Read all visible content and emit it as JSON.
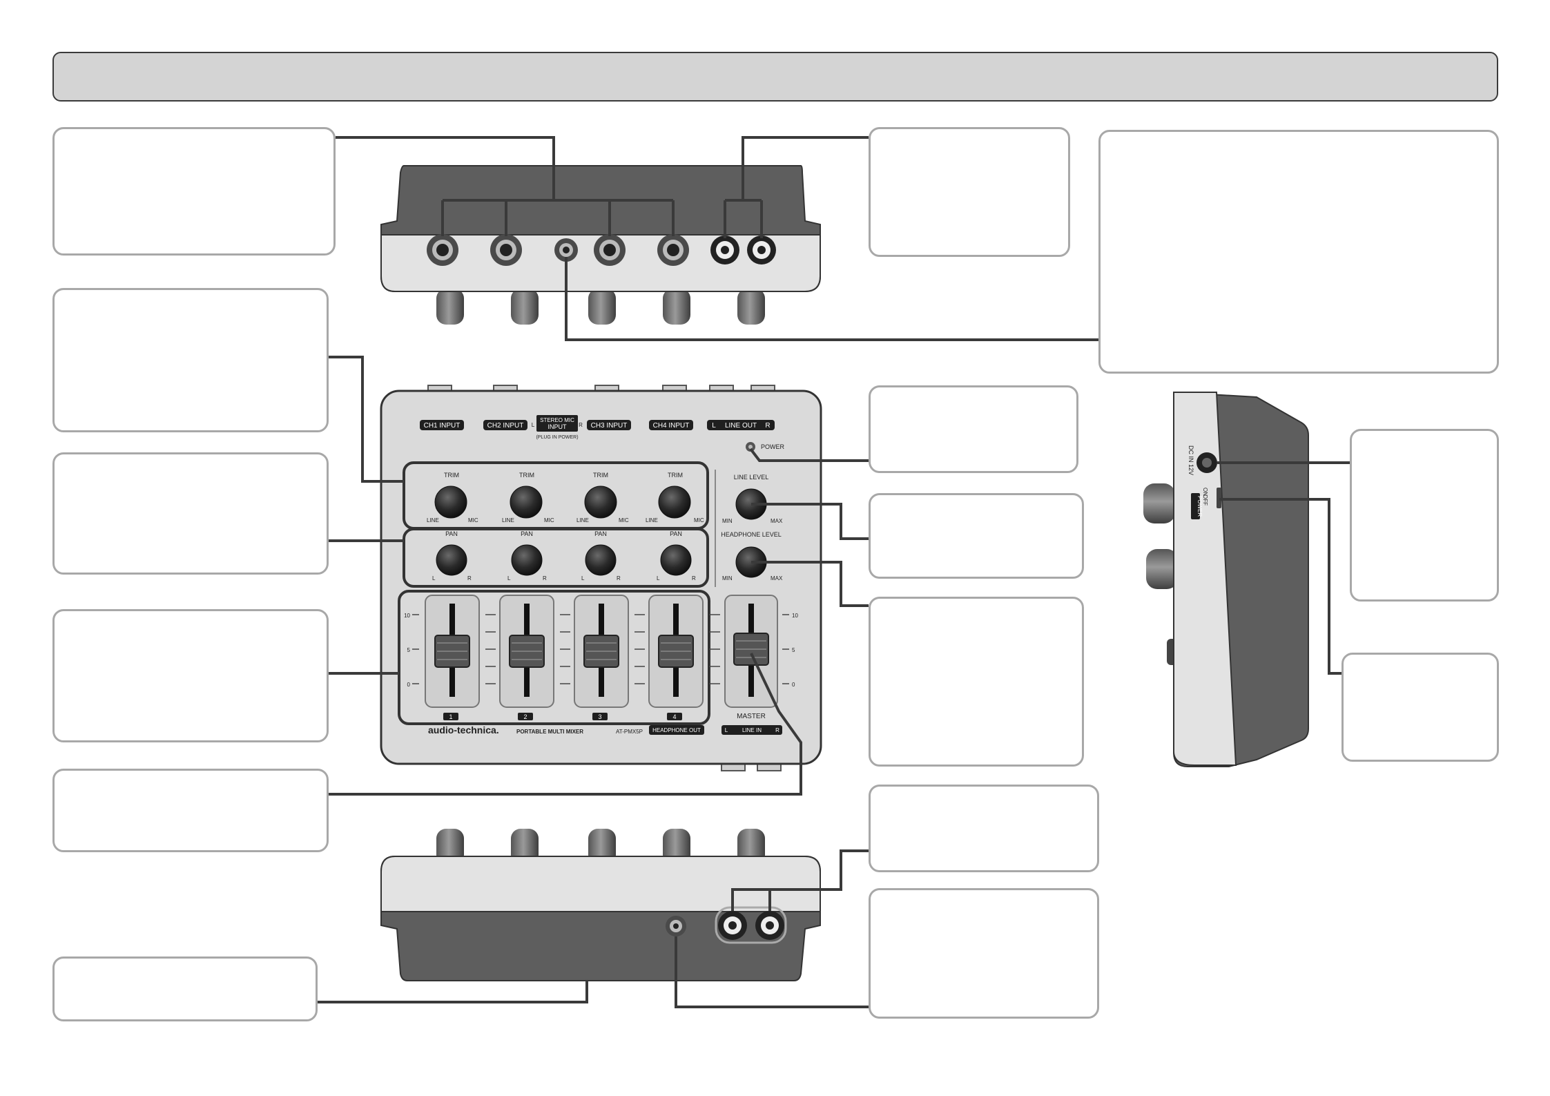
{
  "header": {
    "title": ""
  },
  "top_panel": {
    "ch_inputs": [
      "CH1 INPUT",
      "CH2 INPUT",
      "CH3 INPUT",
      "CH4 INPUT"
    ],
    "stereo_mic": [
      "STEREO MIC",
      "INPUT"
    ],
    "plug_in_power": "(PLUG IN POWER)",
    "stereo_lr": [
      "L",
      "R"
    ],
    "line_out": "LINE OUT",
    "line_out_lr": [
      "L",
      "R"
    ],
    "power": "POWER",
    "trim": "TRIM",
    "trim_min": "LINE",
    "trim_max": "MIC",
    "pan": "PAN",
    "pan_left": "L",
    "pan_right": "R",
    "line_level": "LINE LEVEL",
    "headphone_level": "HEADPHONE LEVEL",
    "level_min": "MIN",
    "level_max": "MAX",
    "scale": [
      "10",
      "5",
      "0"
    ],
    "channel_numbers": [
      "1",
      "2",
      "3",
      "4"
    ],
    "master": "MASTER",
    "brand": "audio-technica.",
    "product": "PORTABLE MULTI MIXER",
    "model": "AT-PMX5P",
    "headphone_out": "HEADPHONE OUT",
    "line_in": "LINE IN",
    "line_in_lr": [
      "L",
      "R"
    ]
  },
  "side_panel": {
    "dc_in": "DC IN 12V",
    "power": "POWER",
    "off": "OFF",
    "on": "ON"
  },
  "colors": {
    "body_dark": "#5e5e5e",
    "body_light": "#e3e3e3",
    "line": "#3a3a3a",
    "callout_border": "#a8a8a8",
    "title_fill": "#d4d4d4"
  }
}
